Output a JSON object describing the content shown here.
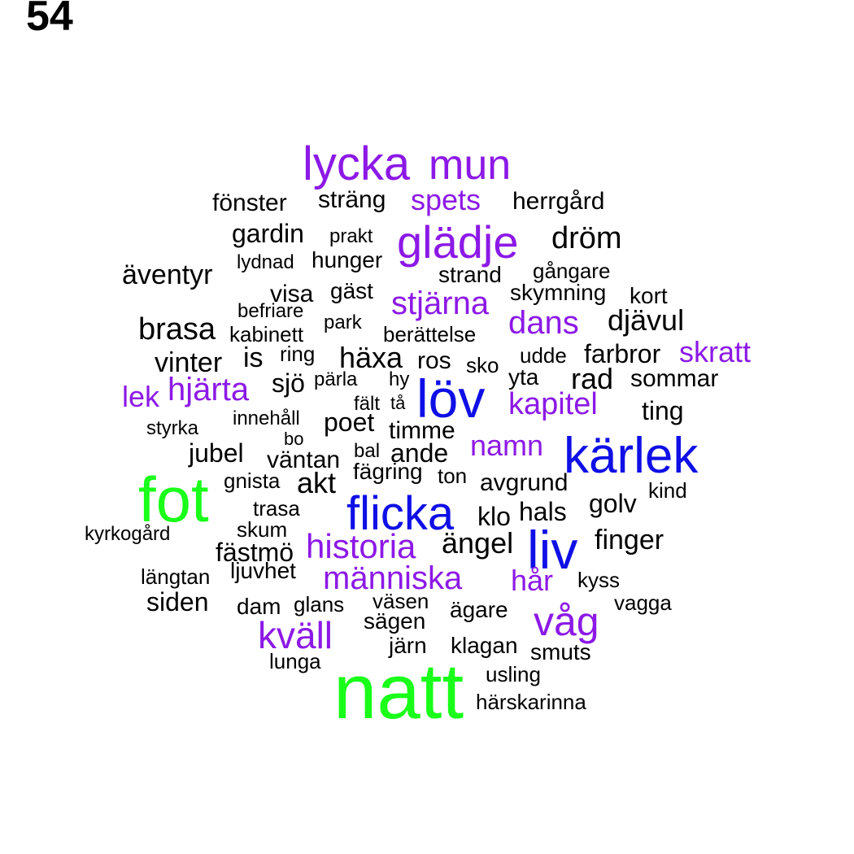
{
  "panel_label": "54",
  "palette": {
    "green": "#19ff19",
    "blue": "#0f0fe6",
    "purple": "#8c19e6",
    "black": "#000000"
  },
  "words": [
    {
      "text": "natt",
      "color": "green"
    },
    {
      "text": "fot",
      "color": "green"
    },
    {
      "text": "kärlek",
      "color": "blue"
    },
    {
      "text": "flicka",
      "color": "blue"
    },
    {
      "text": "löv",
      "color": "blue"
    },
    {
      "text": "liv",
      "color": "blue"
    },
    {
      "text": "lycka",
      "color": "purple"
    },
    {
      "text": "mun",
      "color": "purple"
    },
    {
      "text": "glädje",
      "color": "purple"
    },
    {
      "text": "våg",
      "color": "purple"
    },
    {
      "text": "kväll",
      "color": "purple"
    },
    {
      "text": "historia",
      "color": "purple"
    },
    {
      "text": "människa",
      "color": "purple"
    },
    {
      "text": "stjärna",
      "color": "purple"
    },
    {
      "text": "dans",
      "color": "purple"
    },
    {
      "text": "hjärta",
      "color": "purple"
    },
    {
      "text": "kapitel",
      "color": "purple"
    },
    {
      "text": "spets",
      "color": "purple"
    },
    {
      "text": "namn",
      "color": "purple"
    },
    {
      "text": "skratt",
      "color": "purple"
    },
    {
      "text": "hår",
      "color": "purple"
    },
    {
      "text": "lek",
      "color": "purple"
    },
    {
      "text": "dröm",
      "color": "black"
    },
    {
      "text": "brasa",
      "color": "black"
    },
    {
      "text": "äventyr",
      "color": "black"
    },
    {
      "text": "ängel",
      "color": "black"
    },
    {
      "text": "djävul",
      "color": "black"
    },
    {
      "text": "häxa",
      "color": "black"
    },
    {
      "text": "finger",
      "color": "black"
    },
    {
      "text": "akt",
      "color": "black"
    },
    {
      "text": "vinter",
      "color": "black"
    },
    {
      "text": "rad",
      "color": "black"
    },
    {
      "text": "fönster",
      "color": "black"
    },
    {
      "text": "gardin",
      "color": "black"
    },
    {
      "text": "herrgård",
      "color": "black"
    },
    {
      "text": "sträng",
      "color": "black"
    },
    {
      "text": "farbror",
      "color": "black"
    },
    {
      "text": "golv",
      "color": "black"
    },
    {
      "text": "hals",
      "color": "black"
    },
    {
      "text": "jubel",
      "color": "black"
    },
    {
      "text": "siden",
      "color": "black"
    },
    {
      "text": "fästmö",
      "color": "black"
    },
    {
      "text": "ting",
      "color": "black"
    },
    {
      "text": "visa",
      "color": "black"
    },
    {
      "text": "väntan",
      "color": "black"
    },
    {
      "text": "klo",
      "color": "black"
    },
    {
      "text": "is",
      "color": "black"
    },
    {
      "text": "sjö",
      "color": "black"
    },
    {
      "text": "poet",
      "color": "black"
    },
    {
      "text": "ande",
      "color": "black"
    },
    {
      "text": "avgrund",
      "color": "black"
    },
    {
      "text": "gäst",
      "color": "black"
    },
    {
      "text": "sommar",
      "color": "black"
    },
    {
      "text": "ljuvhet",
      "color": "black"
    },
    {
      "text": "dam",
      "color": "black"
    },
    {
      "text": "ros",
      "color": "black"
    },
    {
      "text": "hunger",
      "color": "black"
    },
    {
      "text": "skymning",
      "color": "black"
    },
    {
      "text": "kort",
      "color": "black"
    },
    {
      "text": "timme",
      "color": "black"
    },
    {
      "text": "fägring",
      "color": "black"
    },
    {
      "text": "sägen",
      "color": "black"
    },
    {
      "text": "järn",
      "color": "black"
    },
    {
      "text": "klagan",
      "color": "black"
    },
    {
      "text": "ägare",
      "color": "black"
    },
    {
      "text": "smuts",
      "color": "black"
    },
    {
      "text": "strand",
      "color": "black"
    },
    {
      "text": "berättelse",
      "color": "black"
    },
    {
      "text": "kabinett",
      "color": "black"
    },
    {
      "text": "gnista",
      "color": "black"
    },
    {
      "text": "trasa",
      "color": "black"
    },
    {
      "text": "skum",
      "color": "black"
    },
    {
      "text": "längtan",
      "color": "black"
    },
    {
      "text": "glans",
      "color": "black"
    },
    {
      "text": "väsen",
      "color": "black"
    },
    {
      "text": "vagga",
      "color": "black"
    },
    {
      "text": "kyss",
      "color": "black"
    },
    {
      "text": "lunga",
      "color": "black"
    },
    {
      "text": "usling",
      "color": "black"
    },
    {
      "text": "härskarinna",
      "color": "black"
    },
    {
      "text": "gångare",
      "color": "black"
    },
    {
      "text": "befriare",
      "color": "black"
    },
    {
      "text": "lydnad",
      "color": "black"
    },
    {
      "text": "prakt",
      "color": "black"
    },
    {
      "text": "park",
      "color": "black"
    },
    {
      "text": "ring",
      "color": "black"
    },
    {
      "text": "sko",
      "color": "black"
    },
    {
      "text": "udde",
      "color": "black"
    },
    {
      "text": "yta",
      "color": "black"
    },
    {
      "text": "pärla",
      "color": "black"
    },
    {
      "text": "hy",
      "color": "black"
    },
    {
      "text": "fält",
      "color": "black"
    },
    {
      "text": "tå",
      "color": "black"
    },
    {
      "text": "innehåll",
      "color": "black"
    },
    {
      "text": "bo",
      "color": "black"
    },
    {
      "text": "styrka",
      "color": "black"
    },
    {
      "text": "bal",
      "color": "black"
    },
    {
      "text": "ton",
      "color": "black"
    },
    {
      "text": "kind",
      "color": "black"
    },
    {
      "text": "kyrkogård",
      "color": "black"
    }
  ]
}
